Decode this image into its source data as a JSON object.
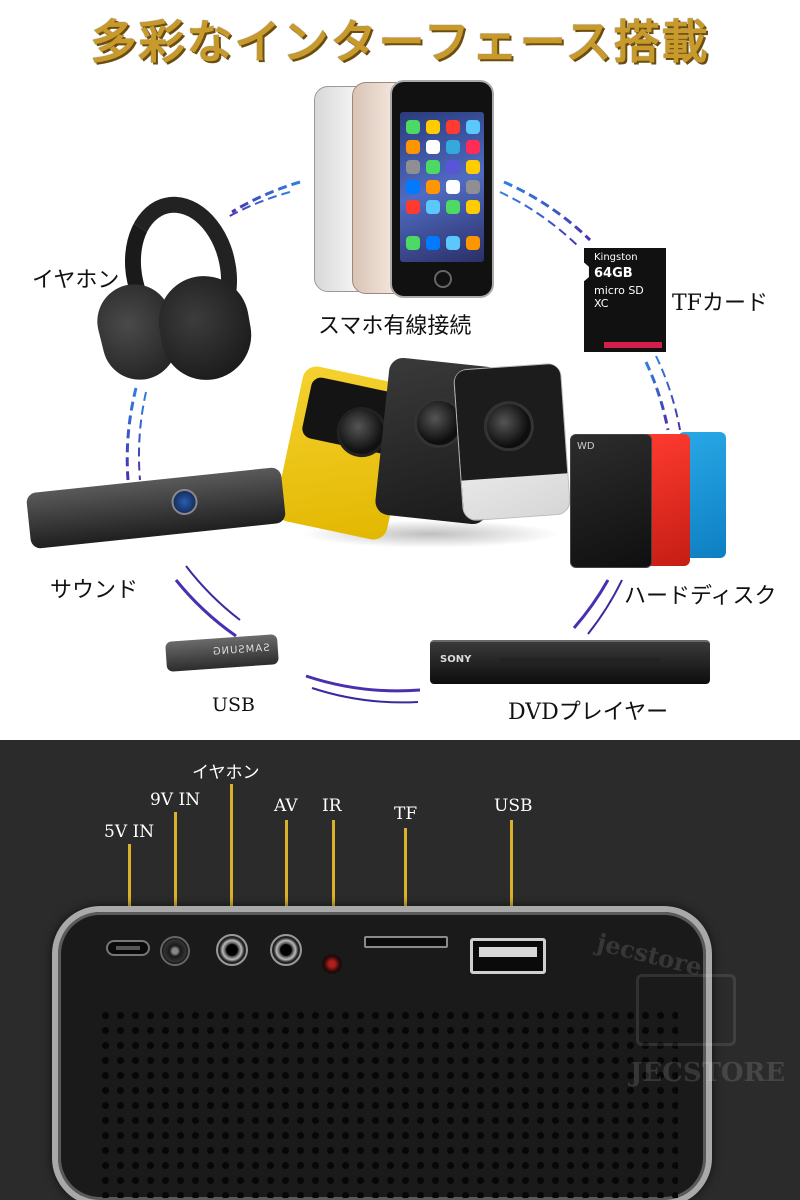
{
  "title": "多彩なインターフェース搭載",
  "items": {
    "smartphone": "スマホ有線接続",
    "headphones": "イヤホン",
    "tf_card": "TFカード",
    "sound": "サウンド",
    "hdd": "ハードディスク",
    "usb": "USB",
    "dvd": "DVDプレイヤー"
  },
  "product_text": {
    "sd_brand": "Kingston",
    "sd_capacity": "64GB",
    "sd_type": "micro SD XC",
    "usb_brand": "SAMSUNG",
    "dvd_brand": "SONY"
  },
  "ports": {
    "v5_in": "5V IN",
    "v9_in": "9V IN",
    "earphone": "イヤホン",
    "av": "AV",
    "ir": "IR",
    "tf": "TF",
    "usb": "USB"
  },
  "watermark": {
    "arc": "jecstore",
    "name": "JECSTORE"
  },
  "colors": {
    "title_gold": "#c89a2c",
    "leader_gold": "#d9b12a",
    "ring_blue": "#2f6fd6",
    "ring_purple": "#4a2fb0"
  }
}
